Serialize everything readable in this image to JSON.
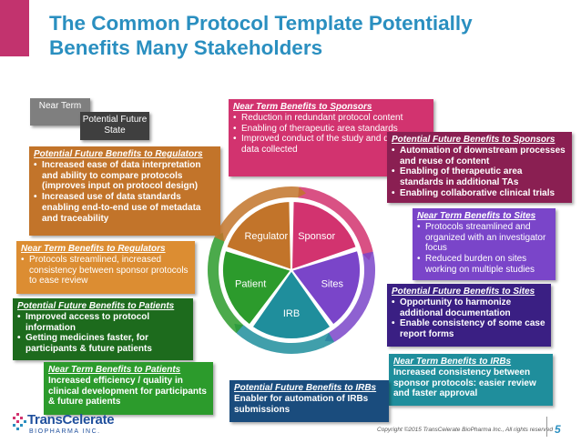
{
  "title": {
    "line1": "The Common Protocol Template Potentially",
    "line2": "Benefits Many Stakeholders"
  },
  "legend": {
    "near": "Near Term",
    "future": "Potential Future State"
  },
  "wheel": {
    "segments": [
      "Sponsor",
      "Sites",
      "IRB",
      "Patient",
      "Regulator"
    ],
    "colors": [
      "#d2336f",
      "#7a45c9",
      "#1f8e9c",
      "#2c9b2c",
      "#c2742a"
    ]
  },
  "boxes": {
    "regulators_future": {
      "heading": "Potential Future Benefits to Regulators",
      "items": [
        "Increased ease of data interpretation and ability to compare protocols (improves input on protocol design)",
        "Increased use of data standards enabling end-to-end use of metadata and traceability"
      ]
    },
    "regulators_near": {
      "heading": "Near Term Benefits to Regulators",
      "items": [
        "Protocols streamlined, increased consistency between sponsor protocols to ease review"
      ]
    },
    "patients_future": {
      "heading": "Potential Future Benefits to Patients",
      "items": [
        "Improved access to protocol information",
        "Getting medicines faster, for participants & future patients"
      ]
    },
    "patients_near": {
      "heading": "Near Term Benefits to Patients",
      "text": "Increased efficiency  / quality in clinical development for participants & future patients"
    },
    "sponsors_near": {
      "heading": "Near Term Benefits to Sponsors",
      "items": [
        "Reduction in redundant protocol content",
        "Enabling of therapeutic area standards",
        "Improved conduct of the study and quality of data collected"
      ]
    },
    "sponsors_future": {
      "heading": "Potential Future Benefits to Sponsors",
      "items": [
        "Automation of downstream processes and reuse of content",
        "Enabling of therapeutic area standards in additional TAs",
        "Enabling collaborative clinical trials"
      ]
    },
    "sites_near": {
      "heading": "Near Term Benefits to Sites",
      "items": [
        "Protocols streamlined and organized with an investigator focus",
        "Reduced burden on sites working on multiple studies"
      ]
    },
    "sites_future": {
      "heading": "Potential Future Benefits to Sites",
      "items": [
        "Opportunity to harmonize additional documentation",
        "Enable consistency of some case report forms"
      ]
    },
    "irbs_near": {
      "heading": "Near Term Benefits to IRBs",
      "text": "Increased consistency between sponsor protocols: easier review and faster approval"
    },
    "irbs_future": {
      "heading": "Potential Future Benefits to IRBs",
      "text": "Enabler for automation of IRBs submissions"
    }
  },
  "footer": {
    "logo_name": "TransCelerate",
    "logo_sub": "BIOPHARMA INC.",
    "copyright": "Copyright ©2015 TransCelerate BioPharma Inc., All rights reserved",
    "page": "5"
  }
}
